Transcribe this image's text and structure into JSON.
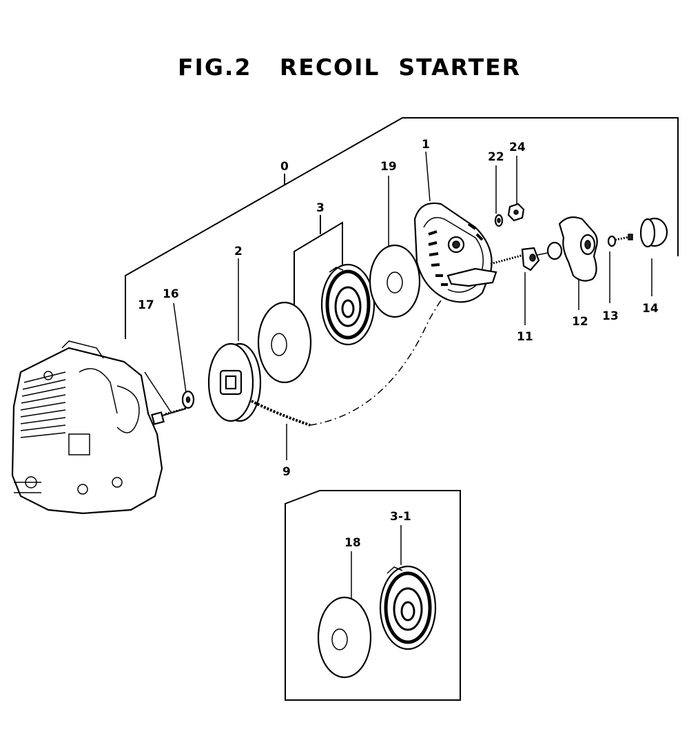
{
  "title": "FIG.2   RECOIL  STARTER",
  "labels": {
    "p0": "0",
    "p1": "1",
    "p2": "2",
    "p3": "3",
    "p9": "9",
    "p11": "11",
    "p12": "12",
    "p13": "13",
    "p14": "14",
    "p16": "16",
    "p17": "17",
    "p18": "18",
    "p19": "19",
    "p22": "22",
    "p24": "24",
    "p3_1": "3-1"
  }
}
